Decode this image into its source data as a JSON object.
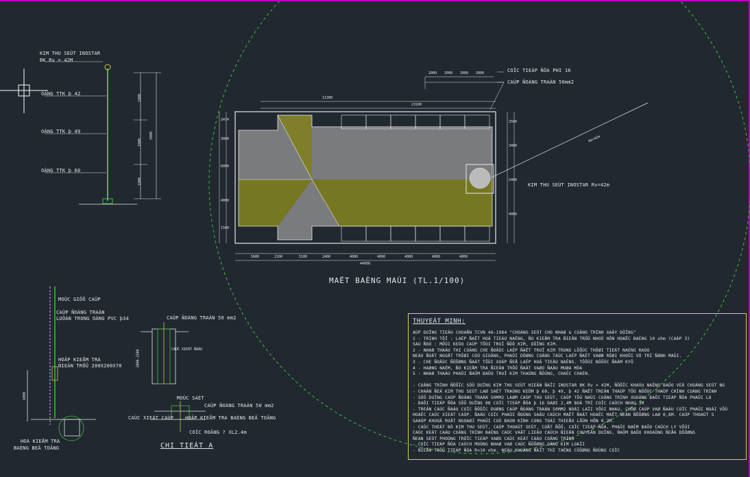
{
  "colors": {
    "background": "#212830",
    "lines": "#e8e8e8",
    "yellow": "#c8c850",
    "green": "#40c040",
    "roof_olive": "#808020",
    "roof_grey": "#8a8a8a",
    "frame": "#c000c0"
  },
  "mast": {
    "title_line1": "KIM THU SEÙT INOSTAR",
    "title_line2": "BK Rv = 42M",
    "label_42": "OÁNG TTK þ 42",
    "label_49": "OÁNG TTK þ 49",
    "label_60": "OÁNG TTK þ 60",
    "dims": [
      "1800",
      "5000",
      "1800",
      "1800"
    ]
  },
  "plan": {
    "title": "MAËT BAÈNG MAÙI   (TL.1/100)",
    "label_rod_dia": "COÏC TIEÁP ÑÒA PHI 16",
    "label_cable": "CAÙP ÑOÀNG TRAÀN 50mm2",
    "label_rod": "KIM THU SEÙT INOSTAR Rv=42m",
    "radius_label": "Rb=42m",
    "top_dims": [
      "2000",
      "2000",
      "2000",
      "2000"
    ],
    "overall_top": "11300",
    "overall_right": "23100",
    "bottom_dims": [
      "5600",
      "2100",
      "5100",
      "2400",
      "4000",
      "4000",
      "4000",
      "4000",
      "4000"
    ],
    "overall_bottom": "44000",
    "left_dims": [
      "2474",
      "3000",
      "6000",
      "4000",
      "1500"
    ],
    "right_dims": [
      "2500",
      "3400",
      "5400",
      "4000"
    ]
  },
  "wall_detail": {
    "label_top": "MOÙC GIÖÕ CAÙP",
    "label_cable": "CAÙP ÑOÀNG TRAÀN",
    "label_pvc": "LUÕÀN TRONG OÁNG PVC þ34",
    "label_box": "HOÄP KIEÅM TRA",
    "label_box2": "ÑIEÄN TRÔÛ 200X200X70",
    "label_pit": "HOÁ KIEÅM TRA",
    "label_pit2": "BAÈNG BEÂ TOÂNG",
    "dim": "1000"
  },
  "detail_a": {
    "label_cable": "CAÙP ÑOÀNG TRAÀN 50 mm2",
    "label_clamp": "CAÙC XIEÁT ÑAÀU",
    "label_dim": "2000-2500",
    "label_clip": "MOÙC SAÉT",
    "label_cable2": "CAÙP ÑOÀNG TRAÀN 50 mm2",
    "label_head": "CAÙC XIEÁT CAÙP",
    "label_box": "HOÄP KIEÅM TRA BAÈNG BEÂ TOÂNG",
    "label_rod": "COÏC ROÂNG ? XL2.4m",
    "title": "CHI TIEÁT A"
  },
  "notes": {
    "heading": "THUYEÁT MINH:",
    "lines": [
      "AÙP DUÏNG TIEÂU CHUAÅN TCVN 46-1984 \"CHOÁNG SEÙT CHO NHAØ & COÂNG TRÌNH XAÂY DÖÏNG\"",
      "1 - TRÌNH TÖÏ : LAÉP ÑAËT HOÄ TIEÁU NAÊNG,  ÑO KIEÅM TRA ÑIEÄN TRÔÛ NHOÛ HÔN HOAËC BAÈNG 10 ohm  (CAÁP 3)",
      "SAU ÑOÙ : MÔÙI KEÙO CAÙP TÔÙI TRUÏ ÑÔÕ KIM, DÖÏNG KIM.",
      "2 - NHAØ THAÀU THI COÂNG CHE ÑOÄÙC LAÉP ÑAËT  TRUÏ KIM TRONG LÖÔÙC THÔØI TIEÁT NAÉNG RAÙO",
      "NEÁU ÑOÄT NGOÄT TRÔØI COÙ GIOÂNG, PHAÛI DÖØNG COÂNG TAÙC LAÉP ÑAËT VAØØ RÔØI KHOÛI VÒ TRÍ ÑÆNH MAÙI.",
      "3 - CHE ÑOÄÙC ÑÖÔØNG ÑAÁT TÔÙI XOÁP ÑEÅ LAÉP HOÄ TIEÁU NAÊNG. TÖÔÙI NÖÔÙC ÑAÀM KYÕ",
      "4 - HAØNG NAÊM, ÑO KIEÅM TRA ÑIEÄN TRÔÛ ÑAÁT VAØO ÑAÀU MUØA MÖA",
      "5 - NHAØ THAÀU PHAÛI ÑAÛM BAÛO TRUÏ KIM THAÚNG ÑÖÙNG, CHAÉC CHAÉN.",
      "",
      "-  COÂNG TRÌNH ÑÖÔÏC SÖÛ DUÏNG KIM THU SEÙT HIEÄN ÑAÏI INOSTAR BK Rv = 42M, ÑÖÔÏC KHAÙU NAÊNG BAÛO VEÄ CHOÁNG SEÙT NG",
      "-  CHAÂN ÑEÁ KIM THU SEÙT LAØ SAÉT TRAÙNG KEÕM þ 60, þ 49, þ 42 ÑAËT TREÂN THAÙP TÔÙ NÖÔÙC THAÙP CHÍNH COÂNG TRÌNH",
      "-  SÖÛ DUÏNG CAÙP ÑOÀNG TRAÀN 50MM2 LAØM CAÙP THU SEÙT, CAÙP TÔÙ NAÙI COÂNG TRÌNH XUOÁNG BAÕI TIEÁP ÑÒA PHAÛI LO",
      "-  BAÕI TIEÁP ÑÒA SÖÛ DUÏNG 08 COÏC TIEÁP ÑÒA þ 16 DAØI 2,4M BOÁ TRÍ COÏC CAÙCH NHAU 3M",
      "-  TREÂN CAÙC ÑAÀU COÏC ÑÖÔÏC DUØNG CAÙP ÑOÀNG TRAÀN 50MM2 NOÁI LAÏI VÔÙI NHAU, CHÔØ CAÙP VAØ ÑAÀU COÏC PHAÛI NOÁI VÔÙ",
      "HOAËC CAÙC XIEÁT CAÙP. ÑAÀU COÏC PHAÛI ÑOÙNG SAÂU CAÙCH MAËT ÑAÁT HOAËC MAËT NEÀN ÑÖÔØNG LAØ 0,8M. CAÙP THOAÙT S",
      "SAAÙP KHUOÂ ROÄT NGOAØI PHAÛI COÙ BAÙN KÍNH CONG TOÁI THIEÅU LÔÙN HÔN 0,2M.",
      "-  CAÙC THEÁT BÒ  KIM THU SEÙT, CAÙP THOAÙT SEÙT, COÄT ÑÔÕ, COÏC TIEÁP ÑÒA, PHAÛI NAÈM BAÛO CAÙCH LY VÔÙI",
      "CAÙC KEÁT CAÁU COÂNG TRÌNH BAÈNG CAÙC VAÄT LIEÄU CAÙCH ÑIEÄN CHUYEÂN DUÏNG, ÑAÛM BAÛO KHOAÛNG ÑEÅA DÖÔØNG",
      "ÑEAN SEÙT PHOÙNG TRÖÏC TIEÁP VAØO CAÙC KEÁT CAÁU COÂNG TRÌNH",
      "-  COÏC TIEÁP ÑÒA CAÙCH MOÙNG NHAØ VAØ CAÙC ÑÖÔØNG OÁNG KIM LOAÏI",
      "-  ÑIEÄN TRÔÛ TIEÁP ÑÒA R<10 ohm. NEÁU KHOÂNG ÑAÏT THÌ TAÊNG CÖÔØNG ÑOÙNG COÏC"
    ]
  }
}
